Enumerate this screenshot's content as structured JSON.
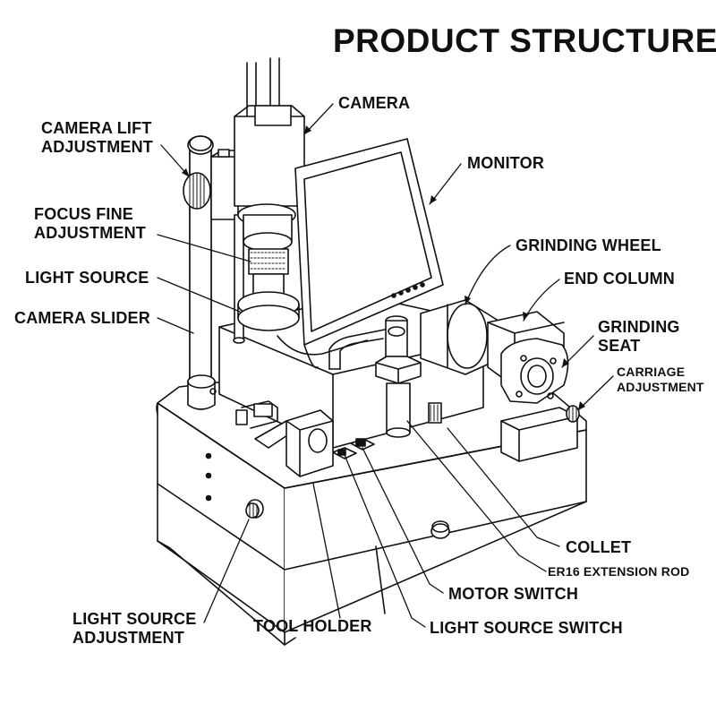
{
  "title": "PRODUCT STRUCTURE",
  "labels": {
    "camera": "CAMERA",
    "camera_lift_adjustment": "CAMERA LIFT\nADJUSTMENT",
    "monitor": "MONITOR",
    "focus_fine_adjustment": "FOCUS FINE\nADJUSTMENT",
    "grinding_wheel": "GRINDING WHEEL",
    "light_source": "LIGHT SOURCE",
    "end_column": "END COLUMN",
    "camera_slider": "CAMERA SLIDER",
    "grinding_seat": "GRINDING\nSEAT",
    "carriage_adjustment": "CARRIAGE\nADJUSTMENT",
    "collet": "COLLET",
    "er16_extension_rod": "ER16 EXTENSION ROD",
    "motor_switch": "MOTOR SWITCH",
    "light_source_adjustment": "LIGHT SOURCE\nADJUSTMENT",
    "tool_holder": "TOOL HOLDER",
    "light_source_switch": "LIGHT SOURCE SWITCH"
  }
}
